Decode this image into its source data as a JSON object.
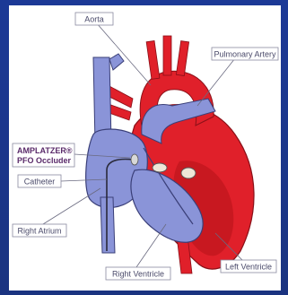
{
  "labels": {
    "aorta": "Aorta",
    "pulmonary_artery": "Pulmonary Artery",
    "occluder_line1": "AMPLATZER®",
    "occluder_line2": "PFO Occluder",
    "catheter": "Catheter",
    "right_atrium": "Right Atrium",
    "right_ventricle": "Right Ventricle",
    "left_ventricle": "Left Ventricle"
  },
  "colors": {
    "background": "#1c3996",
    "oxygenated": "#e0202a",
    "deoxygenated": "#8a94d8",
    "label_text": "#4a4a6a",
    "label_border": "#8a8aa0"
  }
}
